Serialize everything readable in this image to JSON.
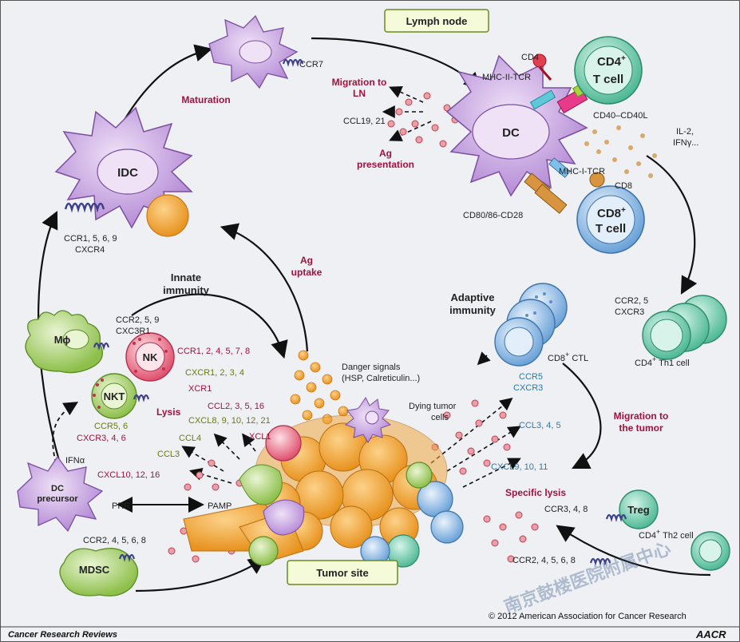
{
  "header": {
    "lymph_node": "Lymph node"
  },
  "site": {
    "tumor_site": "Tumor site"
  },
  "cells": {
    "idc": "IDC",
    "dc": "DC",
    "cd4": "CD4",
    "cd4_plus": "+",
    "cd4_t": "T cell",
    "cd8": "CD8",
    "cd8_plus": "+",
    "cd8_t": "T cell",
    "mphi": "Mϕ",
    "nk": "NK",
    "nkt": "NKT",
    "mdsc": "MDSC",
    "dc_precursor_1": "DC",
    "dc_precursor_2": "precursor",
    "treg": "Treg"
  },
  "labels": {
    "maturation": "Maturation",
    "ccr7": "CCR7",
    "cd4_small": "CD4",
    "mhc2": "MHC-II-TCR",
    "migration_ln_1": "Migration to",
    "migration_ln_2": "LN",
    "ccl19": "CCL19, 21",
    "ag_pres_1": "Ag",
    "ag_pres_2": "presentation",
    "cd40": "CD40–CD40L",
    "il2": "IL-2,",
    "ifng": "IFNγ...",
    "mhc1": "MHC-I-TCR",
    "cd8_small": "CD8",
    "cd80": "CD80/86-CD28",
    "idc_ccr": "CCR1, 5, 6, 9",
    "idc_cxcr": "CXCR4",
    "ag_uptake_1": "Ag",
    "ag_uptake_2": "uptake",
    "innate_1": "Innate",
    "innate_2": "immunity",
    "mphi_ccr": "CCR2, 5, 9",
    "mphi_cxc": "CXC3R1",
    "nk_ccr": "CCR1, 2, 4, 5, 7, 8",
    "nk_cxcr": "CXCR1, 2, 3, 4",
    "nk_xcr": "XCR1",
    "lysis": "Lysis",
    "nkt_ccr": "CCR5, 6",
    "nkt_cxcr": "CXCR3, 4, 6",
    "ifna": "IFNα",
    "cxcl10": "CXCL10, 12, 16",
    "prr": "PRR",
    "pamp": "PAMP",
    "mdsc_ccr": "CCR2, 4, 5, 6, 8",
    "danger_1": "Danger signals",
    "danger_2": "(HSP, Calreticulin...)",
    "dying_1": "Dying tumor",
    "dying_2": "cells",
    "ccl2": "CCL2, 3, 5, 16",
    "cxcl8": "CXCL8, 9, 10, 12, 21",
    "ccl4": "CCL4",
    "xcl1": "XCL1",
    "ccl3": "CCL3",
    "adaptive_1": "Adaptive",
    "adaptive_2": "immunity",
    "cd8_ctl": "CD8",
    "cd8_ctl_plus": "+",
    "cd8_ctl_suffix": " CTL",
    "ctl_ccr5": "CCR5",
    "ctl_cxcr3": "CXCR3",
    "th1_ccr": "CCR2, 5",
    "th1_cxcr": "CXCR3",
    "th1_label": "CD4",
    "th1_plus": "+",
    "th1_suffix": " Th1 cell",
    "ccl345": "CCL3, 4, 5",
    "cxcl9": "CXCL9, 10, 11",
    "migration_tumor_1": "Migration to",
    "migration_tumor_2": "the tumor",
    "specific_lysis": "Specific lysis",
    "treg_ccr": "CCR3, 4, 8",
    "th2_label": "CD4",
    "th2_plus": "+",
    "th2_suffix": " Th2 cell",
    "th2_ccr": "CCR2, 4, 5, 6, 8"
  },
  "footer": {
    "journal": "Cancer Research Reviews",
    "copyright": "© 2012 American Association for Cancer Research",
    "logo": "AACR",
    "watermark": "南京鼓楼医院附属中心"
  },
  "colors": {
    "purple_cell": "#c9a8e0",
    "purple_nucleus": "#e6d2f2",
    "orange_tumor": "#f2a93a",
    "cd4_teal": "#7fd1b8",
    "cd8_blue": "#9ec4ea",
    "nk_pink": "#f08aa0",
    "green_mphi": "#a9d46b",
    "label_red": "#a0123c"
  }
}
